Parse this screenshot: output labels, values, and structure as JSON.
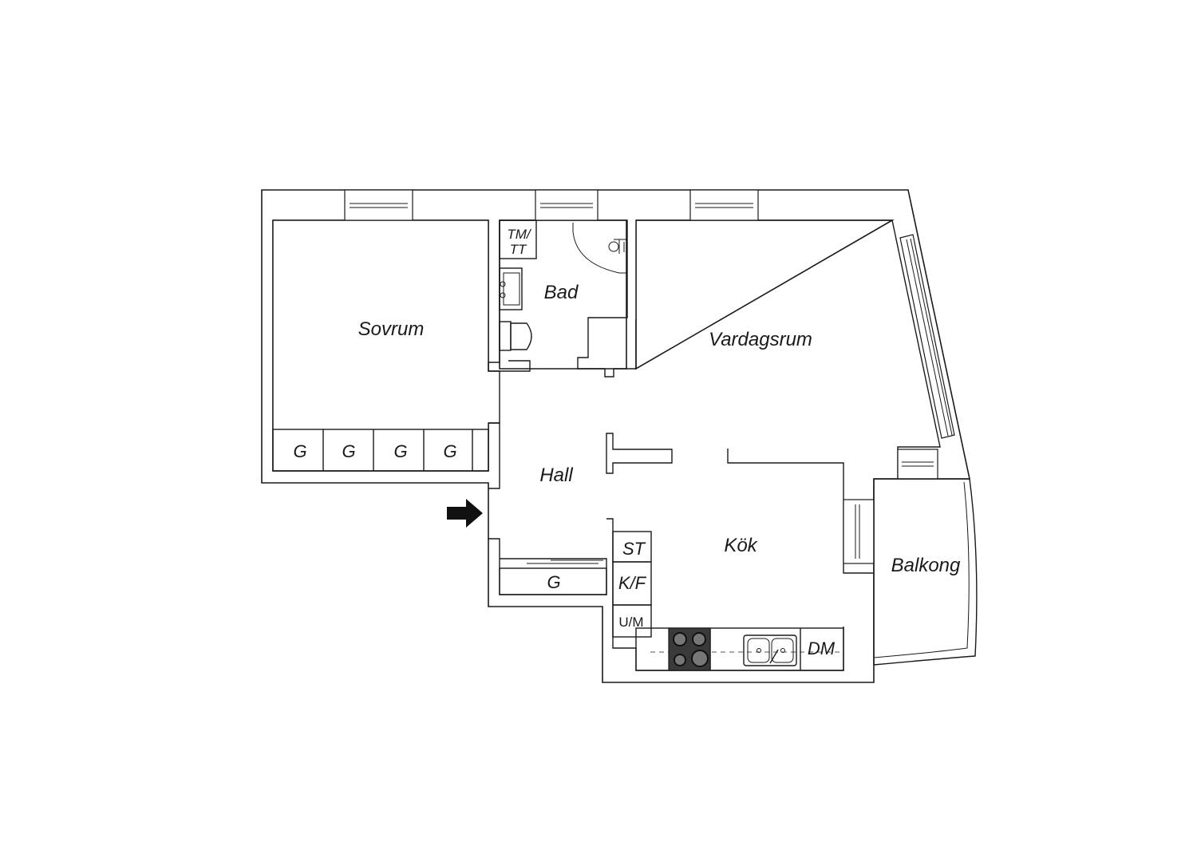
{
  "rooms": {
    "sovrum": "Sovrum",
    "bad": "Bad",
    "vardagsrum": "Vardagsrum",
    "hall": "Hall",
    "kok": "Kök",
    "balkong": "Balkong"
  },
  "fixtures": {
    "wardrobe": "G",
    "tm_line1": "TM/",
    "tm_line2": "TT",
    "st": "ST",
    "kf": "K/F",
    "um": "U/M",
    "dm": "DM"
  },
  "icons": {
    "entrance": "entrance-arrow-icon",
    "stove": "stove-icon",
    "sink": "sink-icon",
    "toilet": "toilet-icon",
    "shower": "shower-icon"
  },
  "colors": {
    "wall": "#1a1a1a",
    "background": "#ffffff",
    "stove": "#3a3a3a"
  }
}
